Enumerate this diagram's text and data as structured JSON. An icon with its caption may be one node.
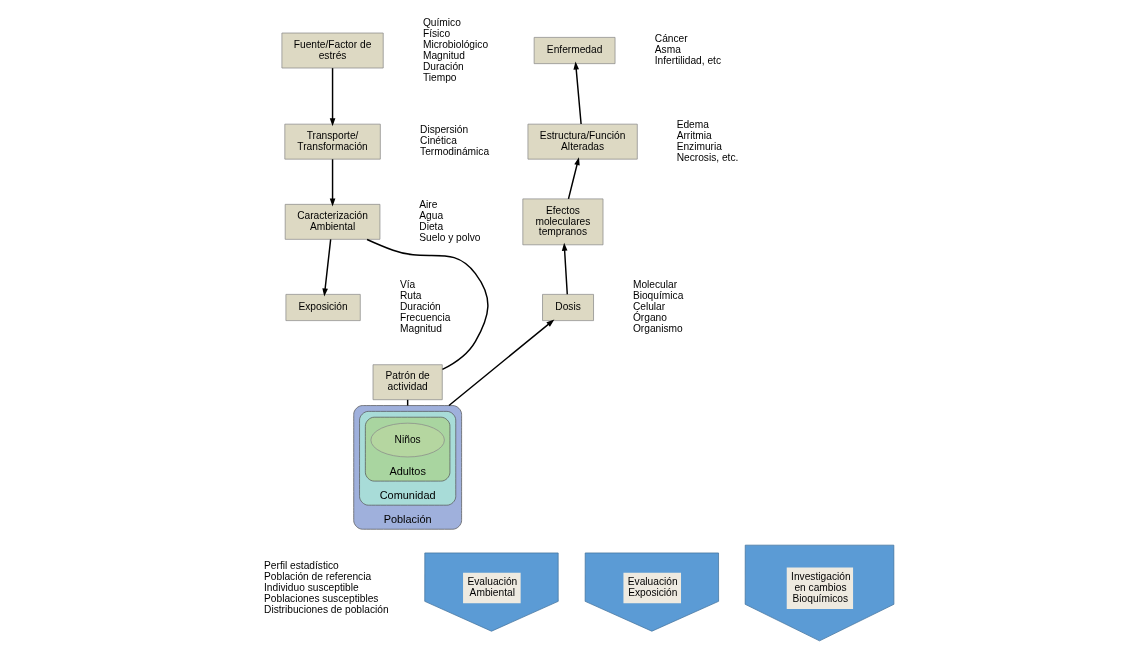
{
  "diagram": {
    "nodes": [
      {
        "text": [
          "Fuente/Factor de estrés"
        ],
        "beside": [
          "Químico",
          "Físico",
          "Microbiológico",
          "Magnitud",
          "Duración",
          "Tiempo"
        ]
      },
      {
        "text": [
          "Transporte/ Transformación"
        ],
        "beside": [
          "Dispersión",
          "Cinética",
          "Termodinámica"
        ]
      },
      {
        "text": [
          "Caracterización Ambiental"
        ],
        "beside": [
          "Aire",
          "Agua",
          "Dieta",
          "Suelo y polvo"
        ]
      },
      {
        "text": [
          "Exposición"
        ],
        "beside": [
          "Vía",
          "Ruta",
          "Duración",
          "Frecuencia",
          "Magnitud"
        ]
      },
      {
        "text": [
          "Patrón de actividad"
        ]
      },
      {
        "text": [
          "Población"
        ],
        "beside": [
          "Perfil estadístico",
          "Población de referencia",
          "Individuo susceptible",
          "Poblaciones susceptibles",
          "Distribuciones de población"
        ]
      },
      {
        "text": [
          "Comunidad"
        ],
        "in": 5
      },
      {
        "text": [
          "Adultos"
        ],
        "in": 6
      },
      {
        "text": [
          "Niños"
        ],
        "in": 7
      },
      {
        "text": [
          "Dosis"
        ],
        "beside": [
          "Molecular",
          "Bioquímica",
          "Celular",
          "Órgano",
          "Organismo"
        ]
      },
      {
        "text": [
          "Efectos moleculares tempranos"
        ]
      },
      {
        "text": [
          "Estructura/Función Alteradas"
        ],
        "beside": [
          "Edema",
          "Arritmia",
          "Enzimuria",
          "Necrosis, etc."
        ]
      },
      {
        "text": [
          "Enfermedad"
        ],
        "beside": [
          "Cáncer",
          "Asma",
          "Infertilidad, etc"
        ]
      },
      {
        "text": [
          "Evaluación Ambiental"
        ]
      },
      {
        "text": [
          "Evaluación Exposición"
        ]
      },
      {
        "text": [
          "Investigación en cambios Bioquímicos"
        ]
      }
    ],
    "edges": [
      {
        "from": 0,
        "to": 1,
        "arrow": "to"
      },
      {
        "from": 1,
        "to": 2,
        "arrow": "to"
      },
      {
        "from": 2,
        "to": 3,
        "arrow": "to"
      },
      {
        "from": 2,
        "to": 4,
        "arrow": "none"
      },
      {
        "from": 4,
        "to": 5,
        "arrow": "none"
      },
      {
        "from": 5,
        "to": 9,
        "arrow": "to"
      },
      {
        "from": 9,
        "to": 10,
        "arrow": "to"
      },
      {
        "from": 10,
        "to": 11,
        "arrow": "to"
      },
      {
        "from": 11,
        "to": 12,
        "arrow": "to"
      }
    ]
  }
}
